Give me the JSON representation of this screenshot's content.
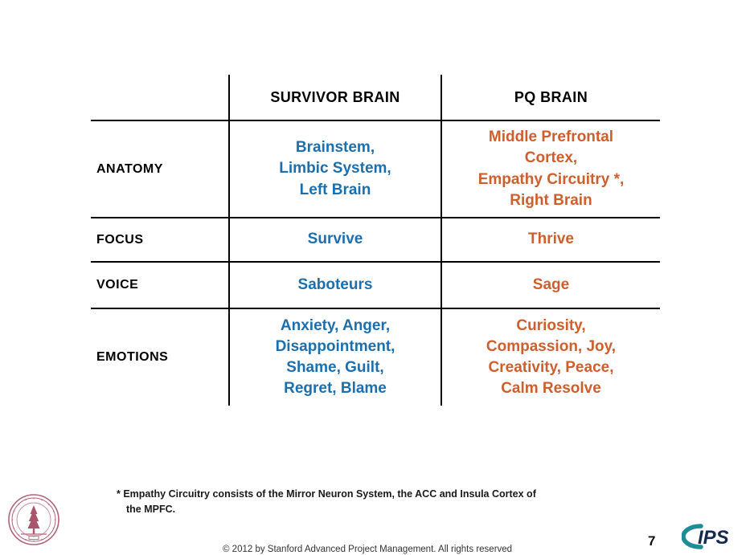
{
  "slide": {
    "table": {
      "columns": [
        {
          "id": "label",
          "header": ""
        },
        {
          "id": "survivor",
          "header": "SURVIVOR BRAIN"
        },
        {
          "id": "pq",
          "header": "PQ BRAIN"
        }
      ],
      "rows": [
        {
          "label": "ANATOMY",
          "survivor": "Brainstem,\nLimbic System,\nLeft Brain",
          "pq": "Middle Prefrontal\nCortex,\nEmpathy Circuitry *,\nRight Brain"
        },
        {
          "label": "FOCUS",
          "survivor": "Survive",
          "pq": "Thrive"
        },
        {
          "label": "VOICE",
          "survivor": "Saboteurs",
          "pq": "Sage"
        },
        {
          "label": "EMOTIONS",
          "survivor": "Anxiety, Anger,\nDisappointment,\nShame, Guilt,\nRegret, Blame",
          "pq": "Curiosity,\nCompassion, Joy,\nCreativity, Peace,\nCalm Resolve"
        }
      ]
    },
    "footnote": {
      "line1": "* Empathy Circuitry consists of the Mirror Neuron System, the ACC and Insula Cortex of",
      "line2": "the MPFC."
    },
    "copyright": "© 2012 by Stanford Advanced Project Management. All rights reserved",
    "page_number": "7",
    "logos": {
      "stanford_seal": "stanford-seal-icon",
      "ips": "ips-logo-icon",
      "ips_text": "IPS"
    },
    "colors": {
      "survivor_text": "#1C6FAF",
      "pq_text": "#CE5F2D",
      "rule": "#000000",
      "stanford_crimson": "#B1637A",
      "ips_teal": "#1F8C96",
      "ips_navy": "#142A4E"
    }
  }
}
